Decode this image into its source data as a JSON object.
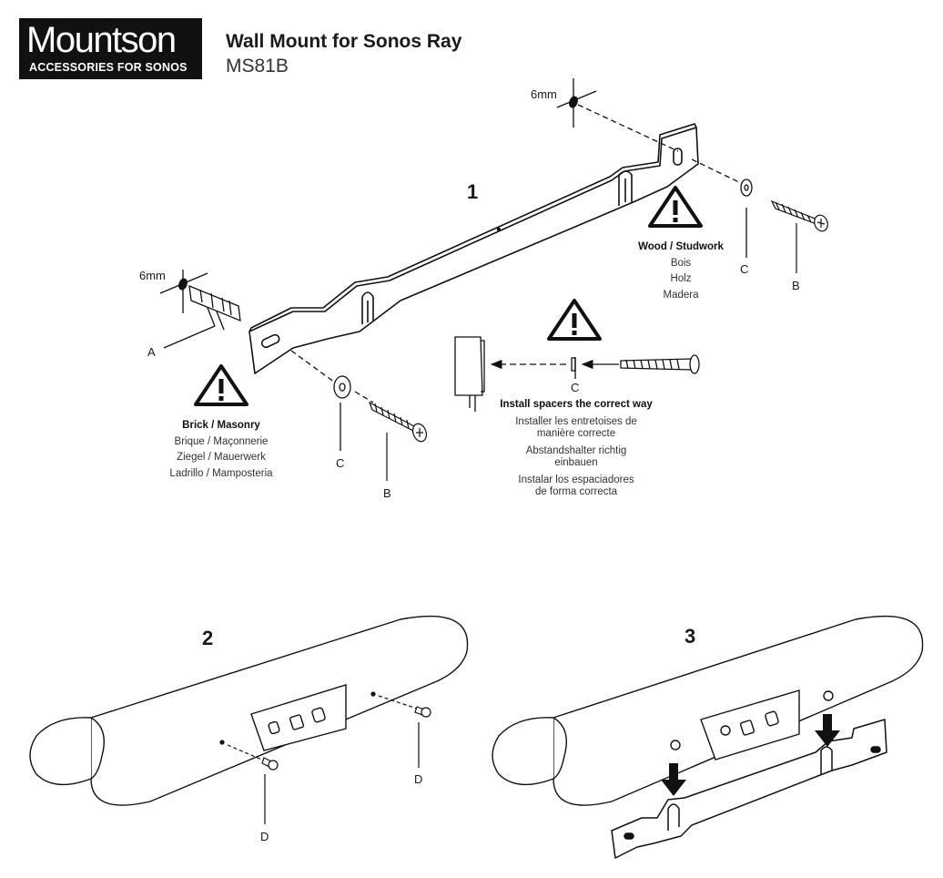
{
  "brand": {
    "name": "Mountson",
    "tagline": "ACCESSORIES FOR SONOS",
    "bg": "#111111"
  },
  "document": {
    "title": "Wall Mount for Sonos Ray",
    "model": "MS81B"
  },
  "steps": {
    "one": "1",
    "two": "2",
    "three": "3"
  },
  "labels": {
    "drill_top": "6mm",
    "drill_left": "6mm",
    "anchor": "A",
    "screw_right": "B",
    "screw_left": "B",
    "washer_right": "C",
    "washer_left": "C",
    "washer_detail": "C",
    "screw_d1": "D",
    "screw_d2": "D"
  },
  "wood": {
    "heading": "Wood / Studwork",
    "fr": "Bois",
    "de": "Holz",
    "es": "Madera"
  },
  "brick": {
    "heading": "Brick / Masonry",
    "fr": "Brique / Maçonnerie",
    "de": "Ziegel / Mauerwerk",
    "es": "Ladrillo / Mamposteria"
  },
  "spacers": {
    "heading": "Install spacers the correct way",
    "fr_1": "Installer les entretoises de",
    "fr_2": "manière correcte",
    "de_1": "Abstandshalter richtig",
    "de_2": "einbauen",
    "es_1": "Instalar los espaciadores",
    "es_2": "de forma correcta"
  }
}
